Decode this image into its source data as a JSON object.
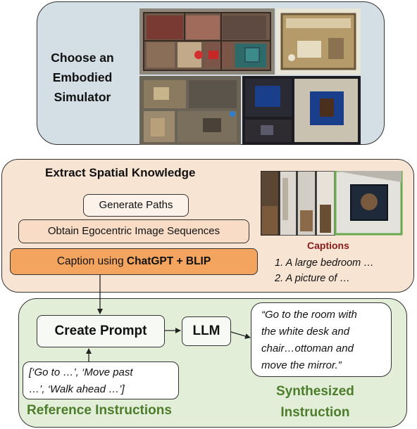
{
  "simulator": {
    "title_lines": [
      "Choose an",
      "Embodied",
      "Simulator"
    ]
  },
  "extract": {
    "title": "Extract Spatial Knowledge",
    "steps": [
      "Generate Paths",
      "Obtain Egocentric Image Sequences"
    ],
    "caption_step": {
      "prefix": "Caption using ",
      "bold": "ChatGPT + BLIP"
    }
  },
  "captions": {
    "title": "Captions",
    "items": [
      "1. A large bedroom …",
      "2. A picture of …"
    ]
  },
  "prompt": {
    "create_prompt": "Create Prompt",
    "llm": "LLM"
  },
  "reference": {
    "text_lines": [
      "[‘Go to …’, ‘Move past",
      "…’, ‘Walk ahead …’]"
    ],
    "label": "Reference Instructions"
  },
  "synthesized": {
    "text_lines": [
      "“Go to the room with",
      "the white desk and",
      "chair…ottoman and",
      "move the mirror.”"
    ],
    "label_lines": [
      "Synthesized",
      "Instruction"
    ]
  },
  "colors": {
    "top_panel": "#d3dfe4",
    "mid_panel": "#f8e4d3",
    "bottom_panel": "#e3eed9",
    "caption_box": "#f3a560",
    "captions_title": "#8b1a1a",
    "green_text": "#4b7d2a",
    "frame_highlight": "#6aa84f"
  }
}
